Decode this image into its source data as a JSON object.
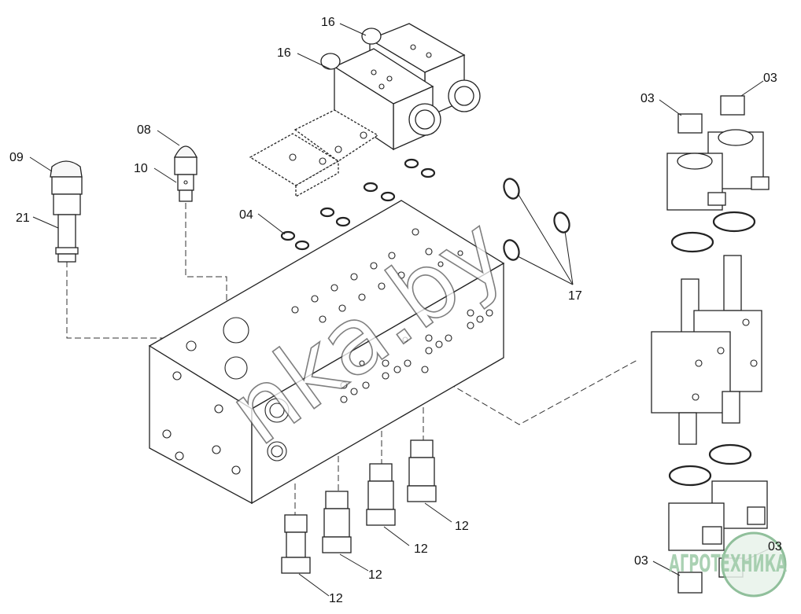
{
  "diagram": {
    "callouts": {
      "c16a": "16",
      "c16b": "16",
      "c09": "09",
      "c08": "08",
      "c10": "10",
      "c21": "21",
      "c04": "04",
      "c17": "17",
      "c03a": "03",
      "c03b": "03",
      "c03c": "03",
      "c03d": "03",
      "c12a": "12",
      "c12b": "12",
      "c12c": "12",
      "c12d": "12"
    },
    "watermark": {
      "site": "nka.by",
      "logo": "АГРОТЕХНИКА"
    }
  }
}
